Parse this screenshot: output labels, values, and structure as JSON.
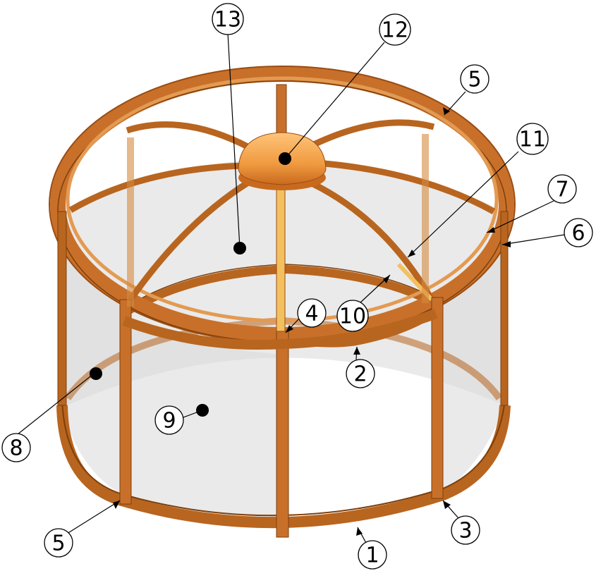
{
  "colors": {
    "frame_main": "#c8702a",
    "frame_highlight": "#e39a52",
    "frame_shadow": "#7d3f0c",
    "glass": "#cfcfcf",
    "hub": "#f0a048",
    "line": "#000000"
  },
  "callouts": {
    "c1": "1",
    "c2": "2",
    "c3": "3",
    "c4": "4",
    "c5a": "5",
    "c5b": "5",
    "c6": "6",
    "c7": "7",
    "c8": "8",
    "c9": "9",
    "c10": "10",
    "c11": "11",
    "c12": "12",
    "c13": "13"
  }
}
